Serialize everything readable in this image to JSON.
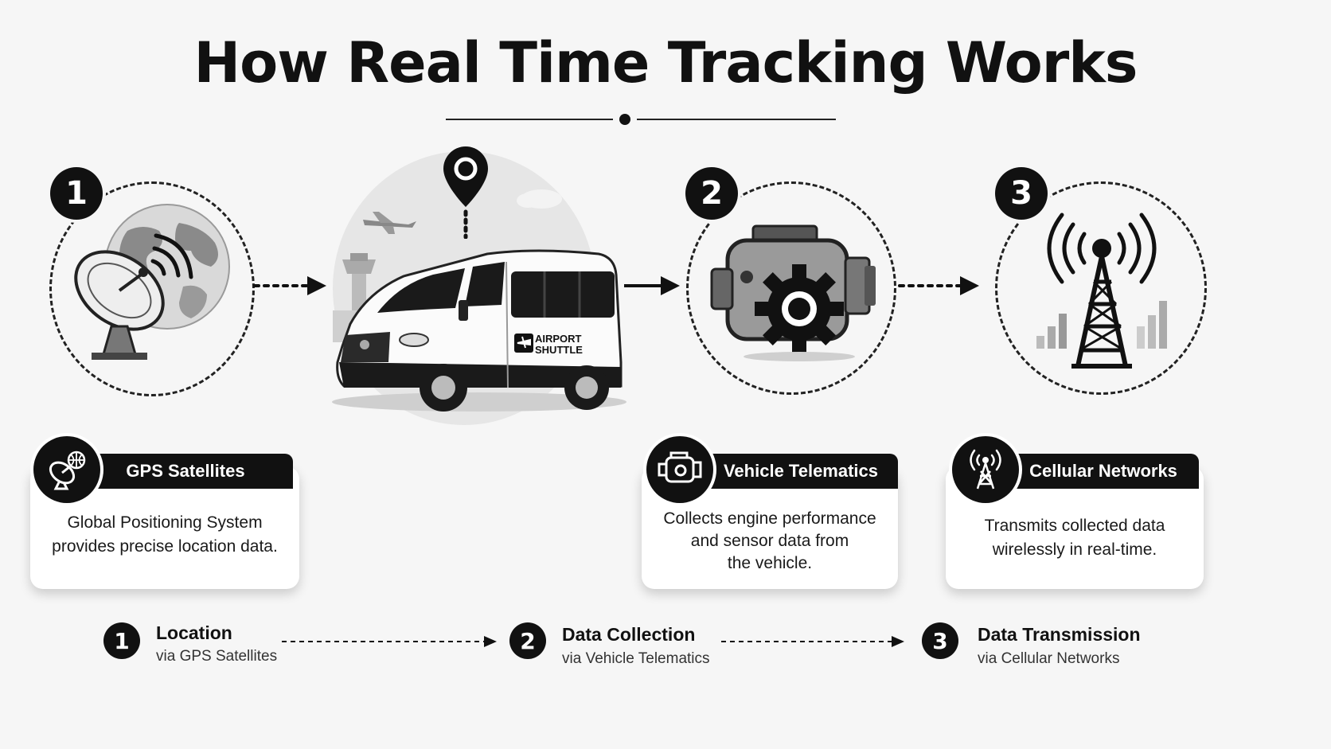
{
  "title": "How Real Time Tracking Works",
  "stage_numbers": [
    "1",
    "2",
    "3"
  ],
  "van": {
    "label_line1": "AIRPORT",
    "label_line2": "SHUTTLE"
  },
  "cards": [
    {
      "title": "GPS Satellites",
      "text_lines": [
        "Global Positioning System",
        "provides precise location data."
      ],
      "icon": "satellite-dish-icon"
    },
    {
      "title": "Vehicle Telematics",
      "text_lines": [
        "Collects engine performance",
        "and sensor data from",
        "the vehicle."
      ],
      "icon": "engine-icon"
    },
    {
      "title": "Cellular Networks",
      "text_lines": [
        "Transmits collected data",
        "wirelessly in real-time."
      ],
      "icon": "cell-tower-icon"
    }
  ],
  "steps": [
    {
      "num": "1",
      "title": "Location",
      "sub": "via GPS Satellites"
    },
    {
      "num": "2",
      "title": "Data Collection",
      "sub": "via Vehicle Telematics"
    },
    {
      "num": "3",
      "title": "Data Transmission",
      "sub": "via Cellular Networks"
    }
  ],
  "colors": {
    "primary": "#111111",
    "background": "#f6f6f6",
    "card": "#ffffff"
  }
}
